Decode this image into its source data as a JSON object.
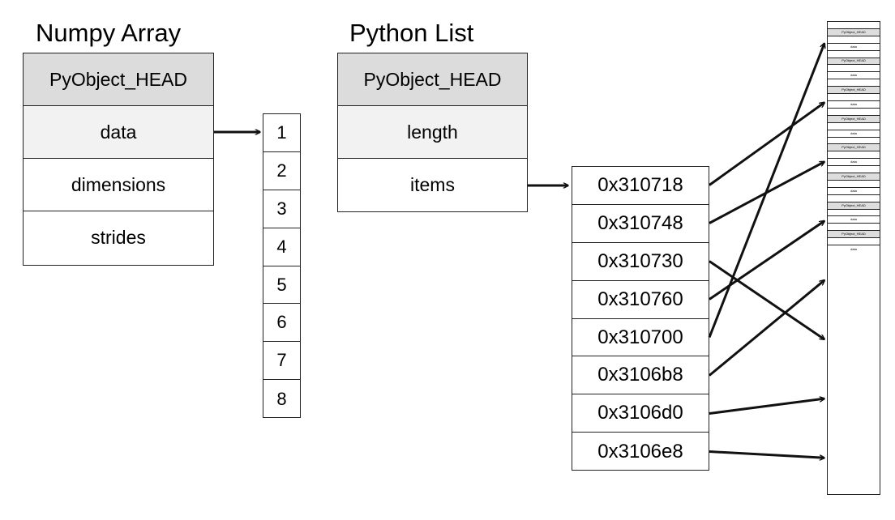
{
  "numpy": {
    "title": "Numpy Array",
    "fields": [
      "PyObject_HEAD",
      "data",
      "dimensions",
      "strides"
    ],
    "values": [
      "1",
      "2",
      "3",
      "4",
      "5",
      "6",
      "7",
      "8"
    ]
  },
  "pylist": {
    "title": "Python List",
    "fields": [
      "PyObject_HEAD",
      "length",
      "items"
    ],
    "pointers": [
      "0x310718",
      "0x310748",
      "0x310730",
      "0x310760",
      "0x310700",
      "0x3106b8",
      "0x3106d0",
      "0x3106e8"
    ]
  },
  "objects": {
    "head_label": "PyObject_HEAD",
    "data_label": "data",
    "count": 8
  },
  "pointer_targets": [
    1,
    2,
    5,
    3,
    0,
    4,
    6,
    7
  ],
  "colors": {
    "line": "#111111",
    "header_fill": "#dcdcdc",
    "data_fill": "#f2f2f2"
  }
}
